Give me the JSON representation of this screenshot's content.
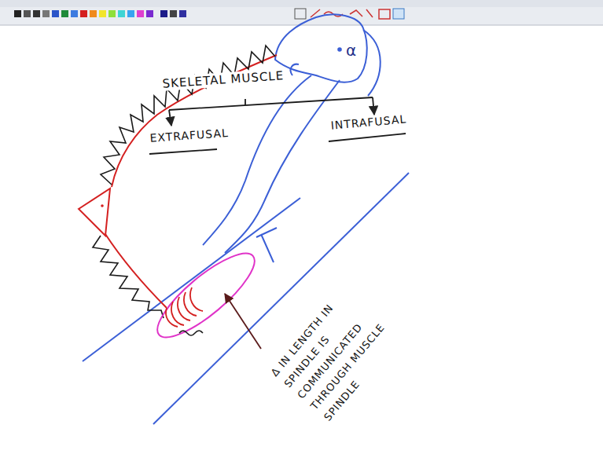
{
  "diagram": {
    "labels": [
      "SKELETAL MUSCLE",
      "EXTRAFUSAL",
      "INTRAFUSAL",
      "α",
      "Δ IN LENGTH IN SPINDLE IS COMMUNICATED THROUGH MUSCLE SPINDLE"
    ]
  }
}
